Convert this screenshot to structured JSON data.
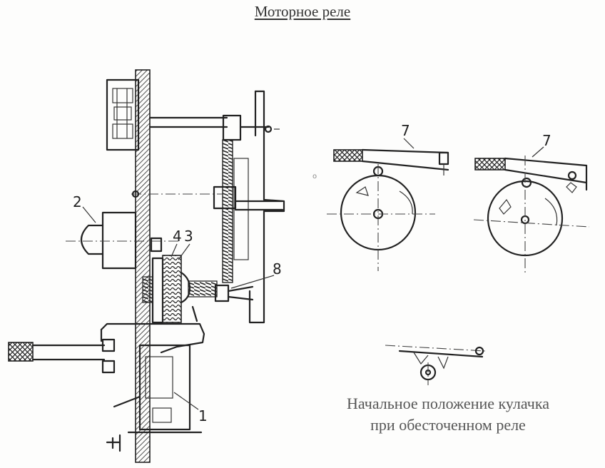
{
  "title": "Моторное реле",
  "caption": {
    "line1": "Начальное положение кулачка",
    "line2": "при обесточенном реле"
  },
  "labels": {
    "l1": "1",
    "l2": "2",
    "l3": "3",
    "l4": "4",
    "l7a": "7",
    "l7b": "7",
    "l8": "8"
  }
}
